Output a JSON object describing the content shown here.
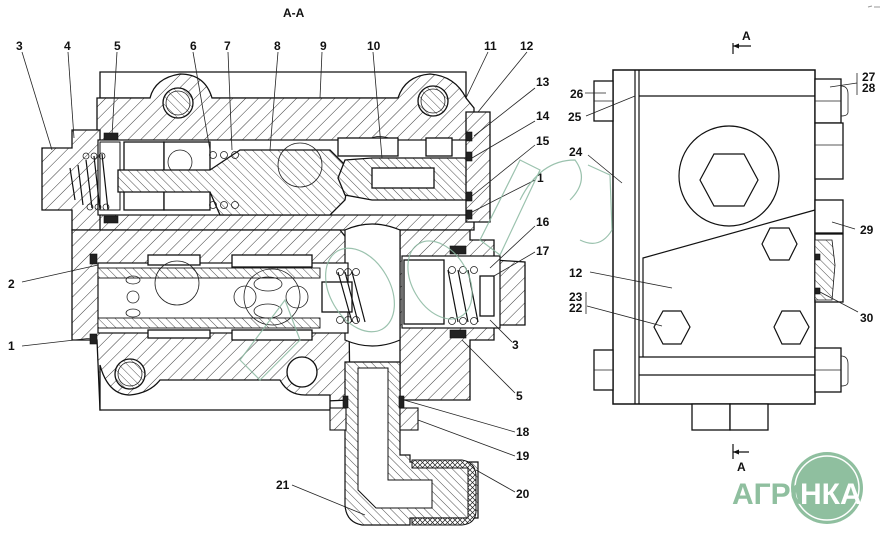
{
  "drawing": {
    "section_title": "А-А",
    "view_marker_label": "А",
    "watermark_text": "agroy",
    "logo": {
      "left": "АГРО",
      "right": "НКА",
      "color": "#8fbf9f"
    }
  },
  "section_view": {
    "callouts": [
      {
        "id": "c3a",
        "label": "3"
      },
      {
        "id": "c4",
        "label": "4"
      },
      {
        "id": "c5a",
        "label": "5"
      },
      {
        "id": "c6",
        "label": "6"
      },
      {
        "id": "c7",
        "label": "7"
      },
      {
        "id": "c8",
        "label": "8"
      },
      {
        "id": "c9",
        "label": "9"
      },
      {
        "id": "c10",
        "label": "10"
      },
      {
        "id": "c11",
        "label": "11"
      },
      {
        "id": "c12",
        "label": "12"
      },
      {
        "id": "c13",
        "label": "13"
      },
      {
        "id": "c14",
        "label": "14"
      },
      {
        "id": "c15",
        "label": "15"
      },
      {
        "id": "c1a",
        "label": "1"
      },
      {
        "id": "c16",
        "label": "16"
      },
      {
        "id": "c17",
        "label": "17"
      },
      {
        "id": "c2",
        "label": "2"
      },
      {
        "id": "c1b",
        "label": "1"
      },
      {
        "id": "c3b",
        "label": "3"
      },
      {
        "id": "c5b",
        "label": "5"
      },
      {
        "id": "c18",
        "label": "18"
      },
      {
        "id": "c19",
        "label": "19"
      },
      {
        "id": "c20",
        "label": "20"
      },
      {
        "id": "c21",
        "label": "21"
      }
    ]
  },
  "side_view": {
    "callouts": [
      {
        "id": "c26",
        "label": "26"
      },
      {
        "id": "c25",
        "label": "25"
      },
      {
        "id": "c27",
        "label": "27"
      },
      {
        "id": "c28",
        "label": "28"
      },
      {
        "id": "c24",
        "label": "24"
      },
      {
        "id": "c29",
        "label": "29"
      },
      {
        "id": "c12s",
        "label": "12"
      },
      {
        "id": "c23",
        "label": "23"
      },
      {
        "id": "c22",
        "label": "22"
      },
      {
        "id": "c30",
        "label": "30"
      }
    ]
  }
}
